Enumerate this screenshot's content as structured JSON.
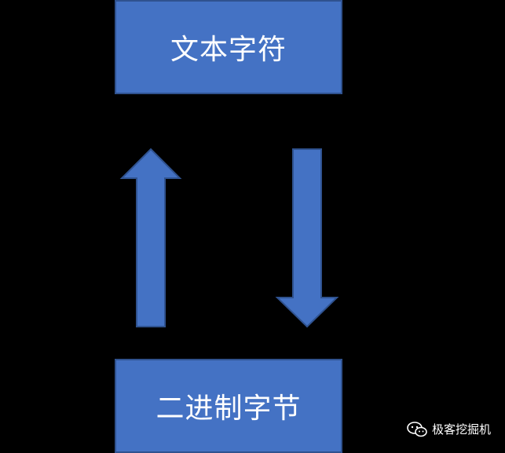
{
  "colors": {
    "box_fill": "#4472c4",
    "box_stroke": "#2f528f",
    "background": "#000000",
    "text": "#ffffff"
  },
  "nodes": {
    "top_label": "文本字符",
    "bottom_label": "二进制字节"
  },
  "edges": [
    {
      "from": "二进制字节",
      "to": "文本字符",
      "direction": "up"
    },
    {
      "from": "文本字符",
      "to": "二进制字节",
      "direction": "down"
    }
  ],
  "watermark": {
    "icon": "wechat-icon",
    "text": "极客挖掘机"
  }
}
